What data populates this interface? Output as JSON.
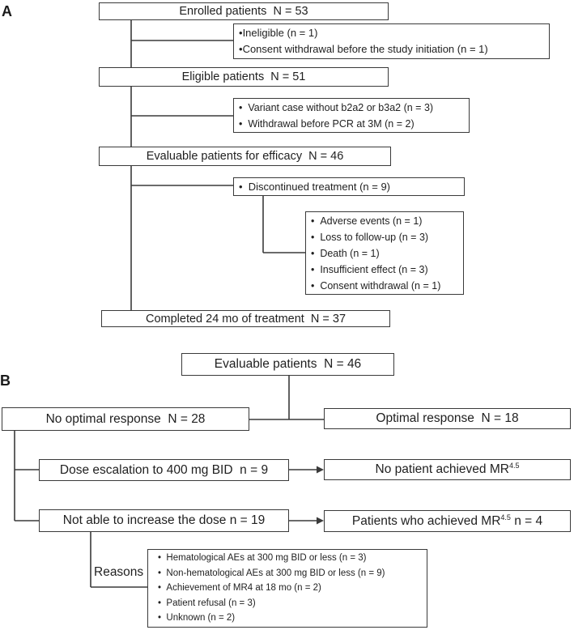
{
  "accent_colors": {
    "line": "#3a3a3a",
    "border": "#3a3a3a",
    "text": "#1f1f1f",
    "background": "#ffffff"
  },
  "panels": {
    "a": {
      "label": "A",
      "enrolled": "Enrolled patients  N = 53",
      "enrolled_exclusions": [
        "Ineligible (n = 1)",
        "Consent withdrawal before the study initiation (n = 1)"
      ],
      "eligible": "Eligible patients  N = 51",
      "eligible_exclusions": [
        "Variant case without b2a2 or b3a2 (n = 3)",
        "Withdrawal before PCR at 3M (n = 2)"
      ],
      "evaluable": "Evaluable patients for efficacy  N = 46",
      "discontinued": "Discontinued treatment (n = 9)",
      "discontinued_reasons": [
        "Adverse events (n = 1)",
        "Loss to follow-up (n = 3)",
        "Death (n = 1)",
        "Insufficient effect (n = 3)",
        "Consent withdrawal (n = 1)"
      ],
      "completed": "Completed 24 mo of treatment  N = 37"
    },
    "b": {
      "label": "B",
      "evaluable": "Evaluable patients  N = 46",
      "no_optimal": "No optimal response  N = 28",
      "optimal": "Optimal response  N = 18",
      "dose_escalation": "Dose escalation to 400 mg BID  n = 9",
      "no_mr": {
        "text": "No patient achieved MR",
        "sup": "4.5",
        "suffix": ""
      },
      "not_able": "Not able to increase the dose n = 19",
      "achieved_mr": {
        "text": "Patients who achieved MR",
        "sup": "4.5",
        "suffix": " n = 4"
      },
      "reasons_label": "Reasons",
      "reasons_items": [
        "Hematological AEs at 300 mg BID or less (n = 3)",
        "Non-hematological AEs at 300 mg BID or less (n = 9)",
        "Achievement of MR4 at 18 mo (n = 2)",
        "Patient refusal (n = 3)",
        "Unknown (n = 2)"
      ]
    }
  }
}
